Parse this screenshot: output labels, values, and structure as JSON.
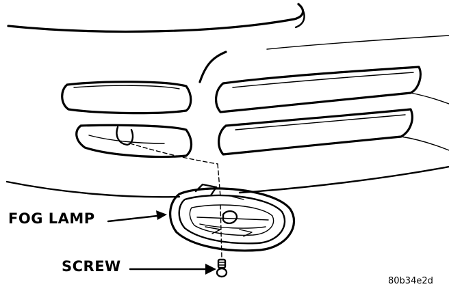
{
  "labels": {
    "fog_lamp": "FOG LAMP",
    "screw": "SCREW"
  },
  "figure_id": "80b34e2d",
  "colors": {
    "ink": "#000000",
    "paper": "#ffffff"
  }
}
